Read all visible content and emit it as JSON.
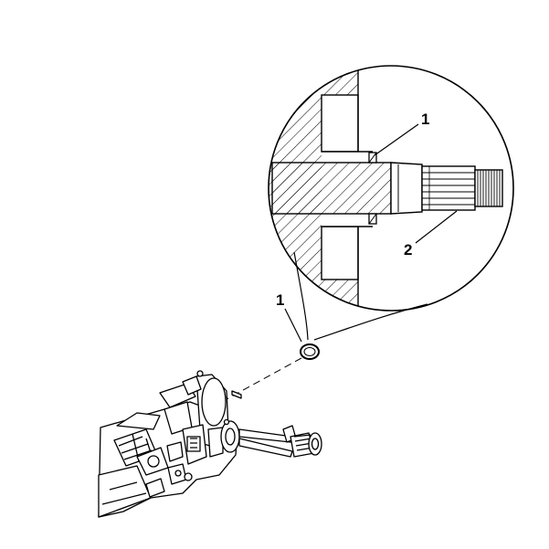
{
  "callouts": {
    "top_label": "1",
    "left_label": "1",
    "lower_label": "2"
  },
  "colors": {
    "line": "#000000",
    "background": "#ffffff"
  }
}
